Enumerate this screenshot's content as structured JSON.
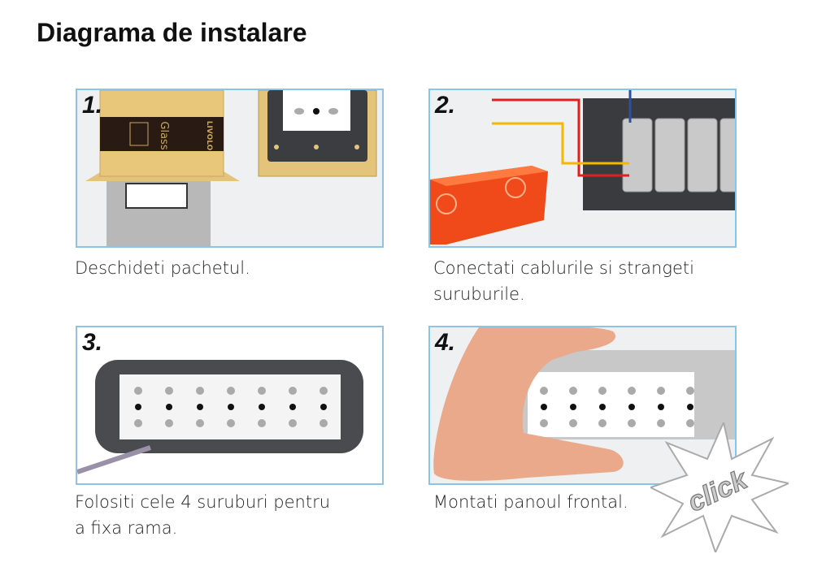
{
  "title": "Diagrama de instalare",
  "steps": [
    {
      "number": "1.",
      "caption": "Deschideti pachetul.",
      "package_text": "Glass",
      "brand": "LIVOLO"
    },
    {
      "number": "2.",
      "caption_line1": "Conectati cablurile si strangeti",
      "caption_line2": "suruburile."
    },
    {
      "number": "3.",
      "caption_line1": "Folositi cele 4 suruburi pentru",
      "caption_line2": "a fixa rama."
    },
    {
      "number": "4.",
      "caption": "Montati panoul frontal.",
      "burst_text": "click"
    }
  ],
  "colors": {
    "border": "#8cc4e8",
    "box": "#e8c67a",
    "wire_red": "#e02020",
    "wire_yellow": "#f5b800",
    "junction_box": "#f04a1a"
  }
}
